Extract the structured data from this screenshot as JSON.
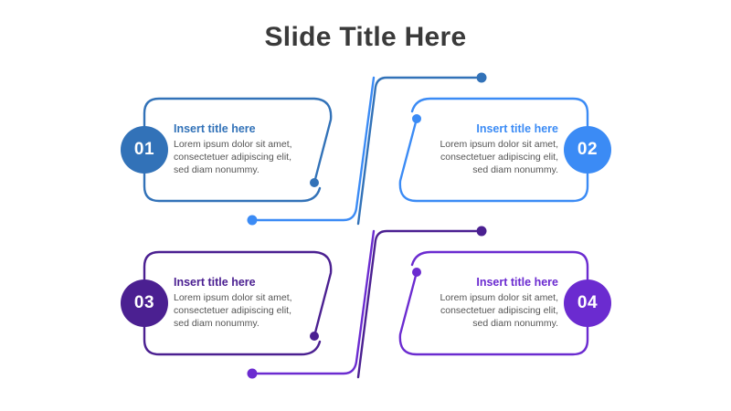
{
  "title": "Slide Title Here",
  "colors": {
    "title_text": "#3a3a3a",
    "body_text": "#555555",
    "background": "#ffffff",
    "step1": "#3272b8",
    "step2": "#3b8bf5",
    "step3": "#4b2091",
    "step4": "#6b2bd0"
  },
  "steps": [
    {
      "number": "01",
      "title": "Insert title here",
      "body": "Lorem ipsum dolor sit amet,\nconsectetuer adipiscing elit,\nsed diam nonummy.",
      "color": "#3272b8",
      "align": "left"
    },
    {
      "number": "02",
      "title": "Insert title here",
      "body": "Lorem ipsum dolor sit amet,\nconsectetuer adipiscing elit,\nsed diam nonummy.",
      "color": "#3b8bf5",
      "align": "right"
    },
    {
      "number": "03",
      "title": "Insert title here",
      "body": "Lorem ipsum dolor sit amet,\nconsectetuer adipiscing elit,\nsed diam nonummy.",
      "color": "#4b2091",
      "align": "left"
    },
    {
      "number": "04",
      "title": "Insert title here",
      "body": "Lorem ipsum dolor sit amet,\nconsectetuer adipiscing elit,\nsed diam nonummy.",
      "color": "#6b2bd0",
      "align": "right"
    }
  ]
}
